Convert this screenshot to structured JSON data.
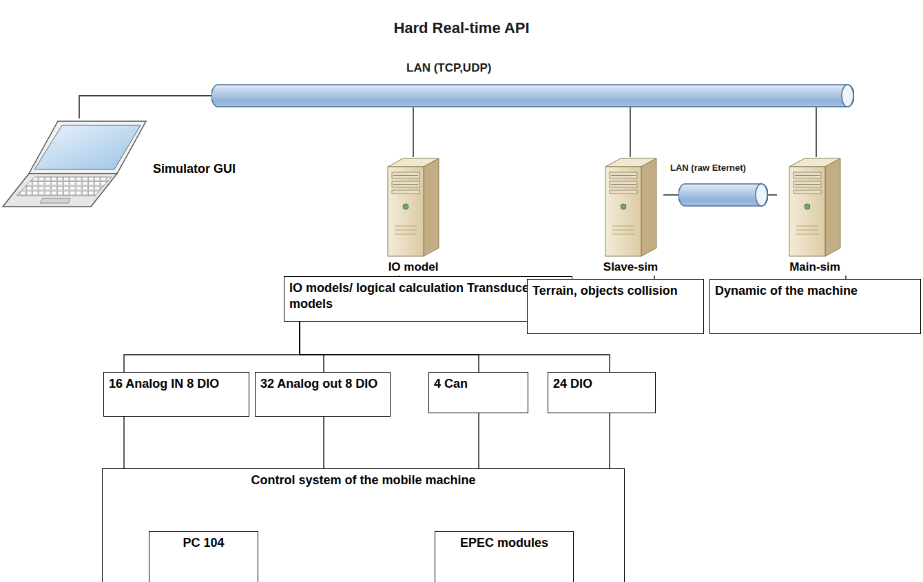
{
  "diagram": {
    "title": "Hard Real-time API",
    "nodes": [
      {
        "text": [
          "LAN (TCP,UDP)"
        ]
      },
      {
        "text": [
          "Simulator GUI"
        ]
      },
      {
        "text": [
          "IO model"
        ]
      },
      {
        "text": [
          "Slave-sim"
        ]
      },
      {
        "text": [
          "Main-sim"
        ]
      },
      {
        "text": [
          "LAN (raw Eternet)"
        ]
      },
      {
        "text": [
          "IO models/ logical calculation Transducer models"
        ]
      },
      {
        "text": [
          "Terrain, objects collision"
        ]
      },
      {
        "text": [
          "Dynamic of the machine"
        ]
      },
      {
        "text": [
          "16 Analog IN 8 DIO"
        ]
      },
      {
        "text": [
          "32 Analog out 8 DIO"
        ]
      },
      {
        "text": [
          "4 Can"
        ]
      },
      {
        "text": [
          "24 DIO"
        ]
      },
      {
        "text": [
          "Control system of the mobile machine"
        ]
      },
      {
        "text": [
          "PC 104"
        ],
        "in": 13
      },
      {
        "text": [
          "EPEC modules"
        ],
        "in": 13
      }
    ],
    "edges": [
      {
        "from": 1,
        "to": 0,
        "arrow": "none"
      },
      {
        "from": 0,
        "to": 2,
        "arrow": "none"
      },
      {
        "from": 0,
        "to": 3,
        "arrow": "none"
      },
      {
        "from": 0,
        "to": 4,
        "arrow": "none"
      },
      {
        "from": 3,
        "to": 5,
        "arrow": "none"
      },
      {
        "from": 5,
        "to": 4,
        "arrow": "none"
      },
      {
        "from": 2,
        "to": 6,
        "arrow": "none"
      },
      {
        "from": 3,
        "to": 7,
        "arrow": "none"
      },
      {
        "from": 4,
        "to": 8,
        "arrow": "none"
      },
      {
        "from": 6,
        "to": 9,
        "arrow": "none"
      },
      {
        "from": 6,
        "to": 10,
        "arrow": "none"
      },
      {
        "from": 6,
        "to": 11,
        "arrow": "none"
      },
      {
        "from": 6,
        "to": 12,
        "arrow": "none"
      },
      {
        "from": 9,
        "to": 13,
        "arrow": "none"
      },
      {
        "from": 10,
        "to": 13,
        "arrow": "none"
      },
      {
        "from": 11,
        "to": 13,
        "arrow": "none"
      },
      {
        "from": 12,
        "to": 13,
        "arrow": "none"
      }
    ]
  }
}
